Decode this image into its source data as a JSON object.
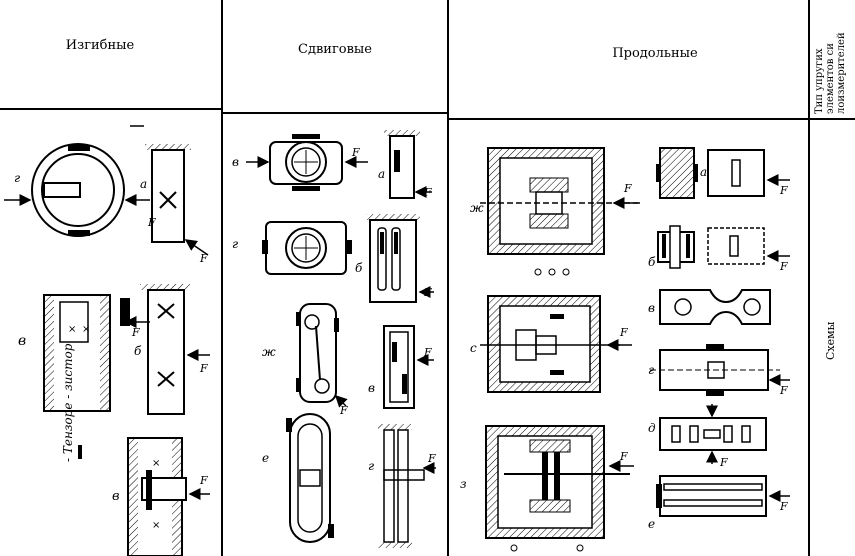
{
  "headers": {
    "bending": "Изгибные",
    "shear": "Сдвиговые",
    "longitudinal": "Продольные"
  },
  "side": {
    "type_title": "Тип упругих элементов си лоизмерителей",
    "schemes": "Схемы"
  },
  "force_symbol": "F",
  "strain_gauge_label": "- Тензоре - зистор",
  "labels": {
    "bend_g": "г",
    "bend_a": "а",
    "bend_v": "в",
    "bend_b": "б",
    "bend_g2": "в",
    "shear_v": "в",
    "shear_a": "а",
    "shear_g": "г",
    "shear_b": "б",
    "shear_zh": "ж",
    "shear_v2": "в",
    "shear_e": "е",
    "shear_g2": "г",
    "long_zh": "ж",
    "long_a": "а",
    "long_b": "б",
    "long_v": "в",
    "long_s": "с",
    "long_g": "г",
    "long_d": "д",
    "long_z": "з",
    "long_e": "е"
  }
}
